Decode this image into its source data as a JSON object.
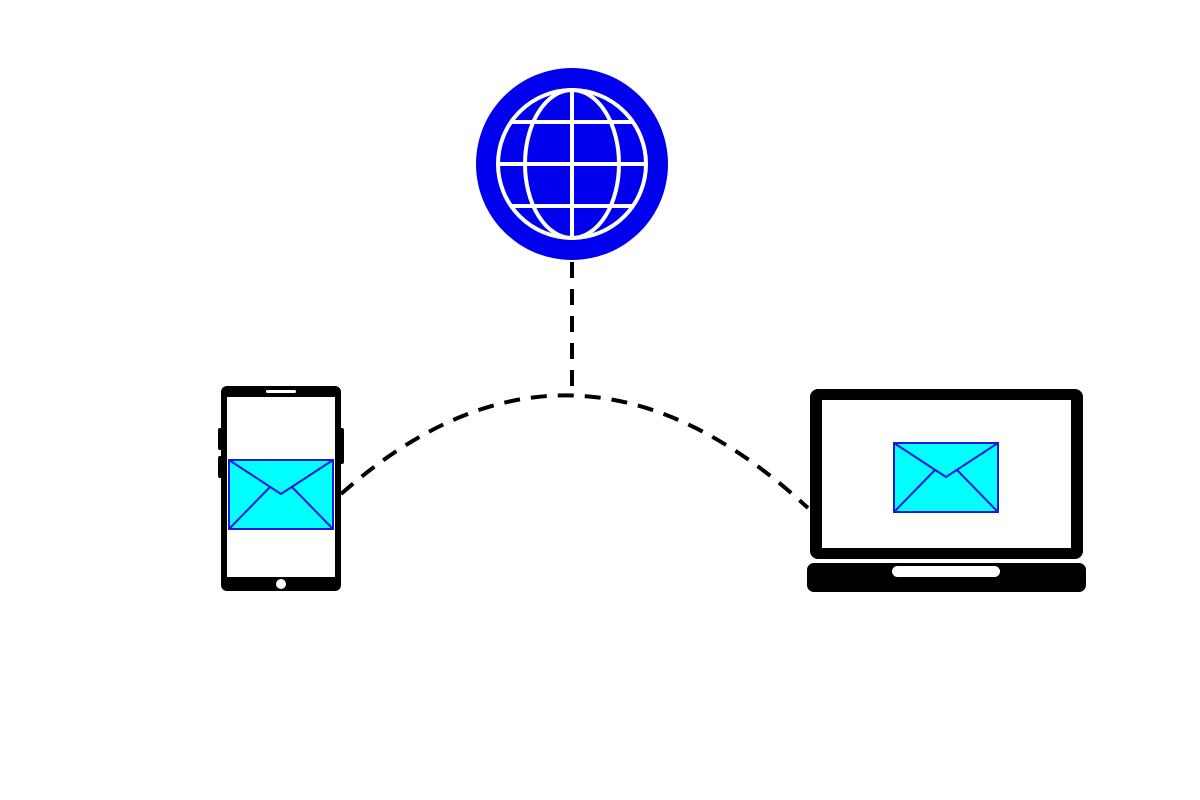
{
  "diagram": {
    "nodes": [
      {
        "id": "internet",
        "icon": "globe-icon"
      },
      {
        "id": "phone",
        "icon": "smartphone-icon",
        "content": "envelope-icon"
      },
      {
        "id": "laptop",
        "icon": "laptop-icon",
        "content": "envelope-icon"
      }
    ],
    "connections": [
      {
        "from": "phone",
        "to": "laptop",
        "style": "dashed-arc"
      },
      {
        "from": "internet",
        "to": "arc-apex",
        "style": "dashed-line"
      }
    ]
  },
  "colors": {
    "background": "#ffffff",
    "globe_fill": "#0000ee",
    "globe_lines": "#ffffff",
    "device_body": "#000000",
    "envelope_fill": "#00ffff",
    "envelope_stroke": "#1a1adb",
    "connector": "#000000"
  }
}
